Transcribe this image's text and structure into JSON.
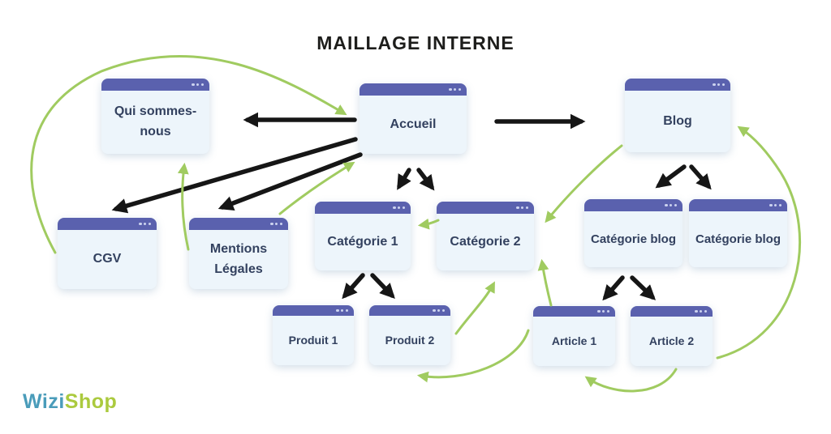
{
  "title": "MAILLAGE INTERNE",
  "logo": {
    "text_primary": "Wizi",
    "text_secondary": "Shop"
  },
  "colors": {
    "window_header": "#5a61ae",
    "window_body": "#edf5fb",
    "arrow_black": "#161616",
    "arrow_green": "#a0cb60",
    "node_text": "#33415f",
    "logo_primary": "#4a9cba",
    "logo_secondary": "#abca3e",
    "title": "#1d1d1b"
  },
  "nodes": {
    "qui_sommes_nous": {
      "label": "Qui sommes-nous"
    },
    "accueil": {
      "label": "Accueil"
    },
    "blog": {
      "label": "Blog"
    },
    "cgv": {
      "label": "CGV"
    },
    "mentions_legales": {
      "label": "Mentions Légales"
    },
    "categorie_1": {
      "label": "Catégorie 1"
    },
    "categorie_2": {
      "label": "Catégorie 2"
    },
    "categorie_blog_1": {
      "label": "Catégorie blog"
    },
    "categorie_blog_2": {
      "label": "Catégorie blog"
    },
    "produit_1": {
      "label": "Produit 1"
    },
    "produit_2": {
      "label": "Produit 2"
    },
    "article_1": {
      "label": "Article 1"
    },
    "article_2": {
      "label": "Article 2"
    }
  },
  "edges": {
    "black": [
      {
        "from": "accueil",
        "to": "qui_sommes_nous"
      },
      {
        "from": "accueil",
        "to": "cgv"
      },
      {
        "from": "accueil",
        "to": "mentions_legales"
      },
      {
        "from": "accueil",
        "to": "categorie_1"
      },
      {
        "from": "accueil",
        "to": "categorie_2"
      },
      {
        "from": "accueil",
        "to": "blog"
      },
      {
        "from": "blog",
        "to": "categorie_blog_1"
      },
      {
        "from": "blog",
        "to": "categorie_blog_2"
      },
      {
        "from": "categorie_1",
        "to": "produit_1"
      },
      {
        "from": "categorie_1",
        "to": "produit_2"
      },
      {
        "from": "categorie_blog_1",
        "to": "article_1"
      },
      {
        "from": "categorie_blog_1",
        "to": "article_2"
      }
    ],
    "green": [
      {
        "from": "cgv",
        "to": "accueil"
      },
      {
        "from": "mentions_legales",
        "to": "qui_sommes_nous"
      },
      {
        "from": "categorie_1",
        "to": "accueil"
      },
      {
        "from": "categorie_2",
        "to": "categorie_1"
      },
      {
        "from": "produit_2",
        "to": "categorie_2"
      },
      {
        "from": "article_1",
        "to": "categorie_2"
      },
      {
        "from": "article_1",
        "to": "produit_2"
      },
      {
        "from": "article_2",
        "to": "article_1"
      },
      {
        "from": "article_2",
        "to": "blog"
      },
      {
        "from": "blog",
        "to": "categorie_2"
      }
    ]
  }
}
